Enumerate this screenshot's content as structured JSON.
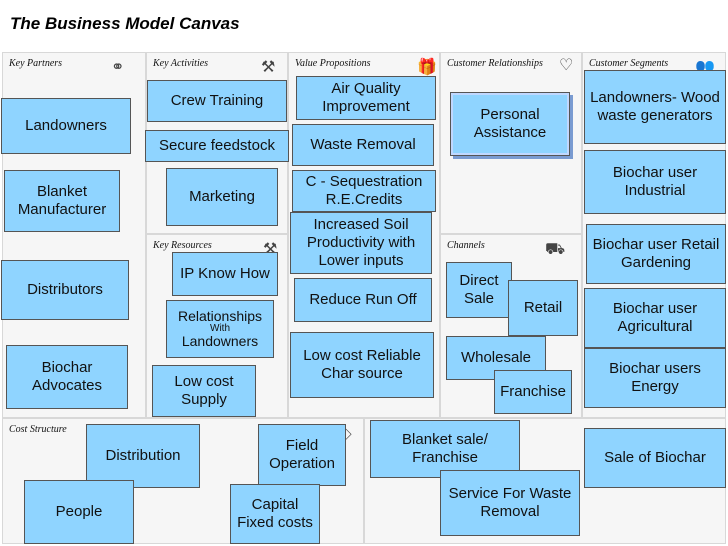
{
  "title": "The Business Model Canvas",
  "panels": {
    "key_partners": "Key Partners",
    "key_activities": "Key Activities",
    "value_propositions": "Value Propositions",
    "customer_relationships": "Customer Relationships",
    "customer_segments": "Customer Segments",
    "key_resources": "Key Resources",
    "channels": "Channels",
    "cost_structure": "Cost Structure"
  },
  "icons": {
    "key_partners": "chain-link-icon",
    "key_activities": "worker-icon",
    "value_propositions": "gift-icon",
    "customer_relationships": "heart-icon",
    "customer_segments": "people-icon",
    "key_resources": "worker-icon",
    "channels": "truck-icon",
    "cost_structure": "price-tag-icon"
  },
  "notes": {
    "landowners": "Landowners",
    "blanket_manufacturer": "Blanket Manufacturer",
    "distributors": "Distributors",
    "biochar_advocates": "Biochar Advocates",
    "crew_training": "Crew Training",
    "secure_feedstock": "Secure feedstock",
    "marketing": "Marketing",
    "ip_know_how": "IP Know How",
    "relationships_title": "Relationships",
    "relationships_with": "With",
    "relationships_landowners": "Landowners",
    "low_cost_supply": "Low cost Supply",
    "air_quality": "Air Quality Improvement",
    "waste_removal": "Waste Removal",
    "c_sequestration": "C - Sequestration R.E.Credits",
    "increased_soil": "Increased Soil Productivity with Lower inputs",
    "reduce_run_off": "Reduce Run Off",
    "low_cost_reliable": "Low cost Reliable Char source",
    "personal_assistance": "Personal Assistance",
    "direct_sale": "Direct Sale",
    "retail": "Retail",
    "wholesale": "Wholesale",
    "franchise": "Franchise",
    "landowners_wood_waste": "Landowners- Wood waste generators",
    "biochar_user_industrial": "Biochar user Industrial",
    "biochar_user_retail": "Biochar user Retail Gardening",
    "biochar_user_agricultural": "Biochar user Agricultural",
    "biochar_users_energy": "Biochar users Energy",
    "distribution": "Distribution",
    "people": "People",
    "field_operation": "Field Operation",
    "capital_fixed_costs": "Capital Fixed costs",
    "blanket_sale_franchise": "Blanket sale/ Franchise",
    "service_waste_removal": "Service For Waste Removal",
    "sale_of_biochar": "Sale of Biochar"
  }
}
